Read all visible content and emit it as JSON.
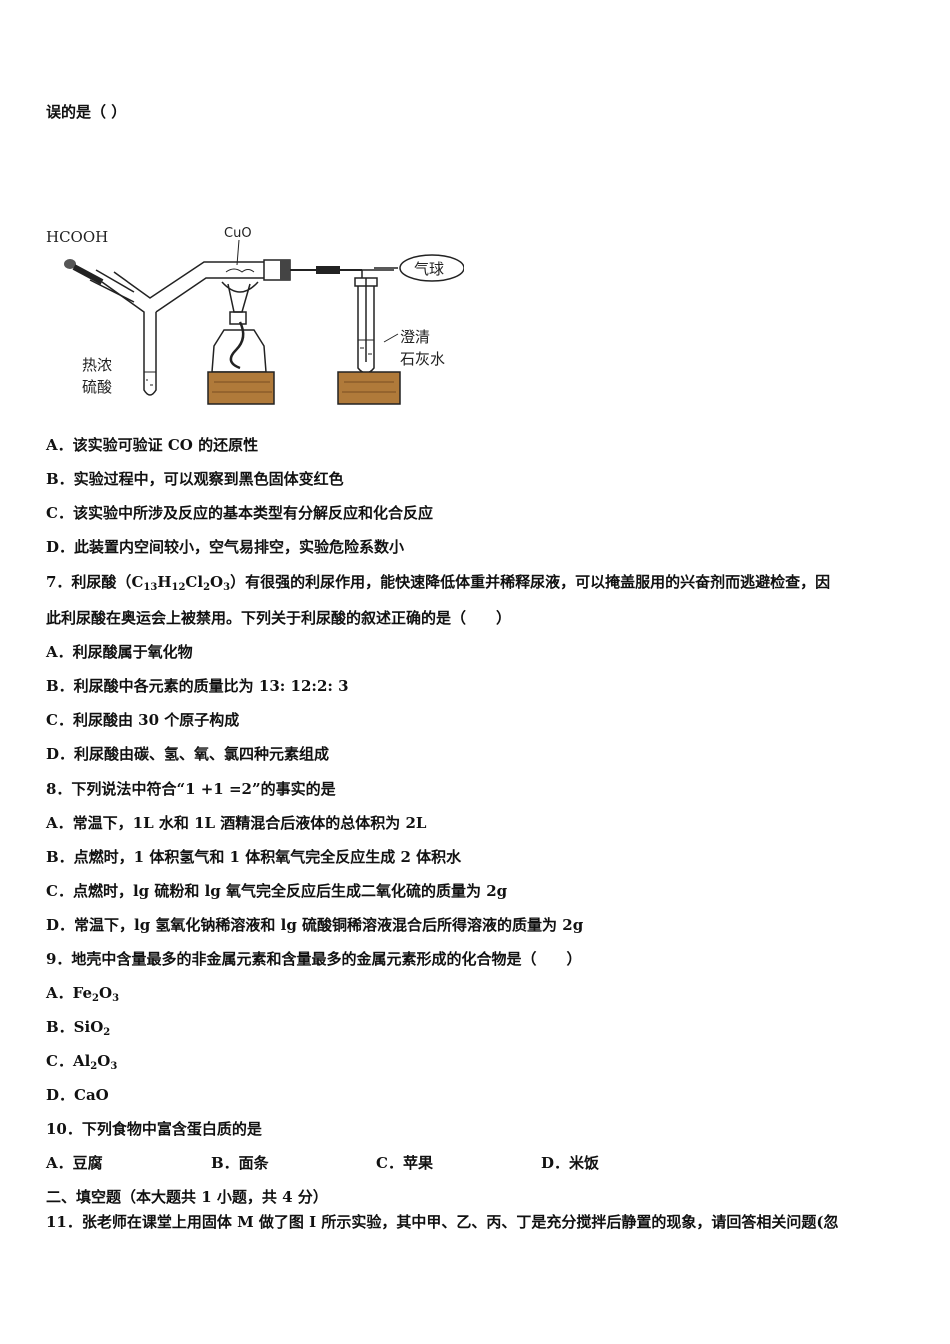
{
  "intro": {
    "text": "误的是（ ）"
  },
  "figure": {
    "labels": {
      "hcooh": "HCOOH",
      "cuo": "CuO",
      "balloon": "气球",
      "acid_line1": "热浓",
      "acid_line2": "硫酸",
      "lime_line1": "澄清",
      "lime_line2": "石灰水"
    }
  },
  "q6_options": [
    "A．该实验可验证 CO 的还原性",
    "B．实验过程中，可以观察到黑色固体变红色",
    "C．该实验中所涉及反应的基本类型有分解反应和化合反应",
    "D．此装置内空间较小，空气易排空，实验危险系数小"
  ],
  "q7": {
    "stem_a": "7．利尿酸（C",
    "sub1": "13",
    "stem_b": "H",
    "sub2": "12",
    "stem_c": "Cl",
    "sub3": "2",
    "stem_d": "O",
    "sub4": "3",
    "stem_e": "）有很强的利尿作用，能快速降低体重并稀释尿液，可以掩盖服用的兴奋剂而逃避检查，因",
    "stem_line2": "此利尿酸在奥运会上被禁用。下列关于利尿酸的叙述正确的是（　　）",
    "options": [
      "A．利尿酸属于氧化物",
      "B．利尿酸中各元素的质量比为 13: 12:2: 3",
      "C．利尿酸由 30 个原子构成",
      "D．利尿酸由碳、氢、氧、氯四种元素组成"
    ]
  },
  "q8": {
    "stem": "8．下列说法中符合“1 +1 =2”的事实的是",
    "options": [
      "A．常温下，1L 水和 1L 酒精混合后液体的总体积为 2L",
      "B．点燃时，1 体积氢气和 1 体积氧气完全反应生成 2 体积水",
      "C．点燃时，lg 硫粉和 lg 氧气完全反应后生成二氧化硫的质量为 2g",
      "D．常温下，lg 氢氧化钠稀溶液和 lg 硫酸铜稀溶液混合后所得溶液的质量为 2g"
    ]
  },
  "q9": {
    "stem": "9．地壳中含量最多的非金属元素和含量最多的金属元素形成的化合物是（　　）",
    "opt_a": {
      "prefix": "A．Fe",
      "s1": "2",
      "mid": "O",
      "s2": "3"
    },
    "opt_b": {
      "prefix": "B．SiO",
      "s1": "2"
    },
    "opt_c": {
      "prefix": "C．Al",
      "s1": "2",
      "mid": "O",
      "s2": "3"
    },
    "opt_d": "D．CaO"
  },
  "q10": {
    "stem": "10．下列食物中富含蛋白质的是",
    "options": [
      "A．豆腐",
      "B．面条",
      "C．苹果",
      "D．米饭"
    ]
  },
  "section2": {
    "title": "二、填空题（本大题共 1 小题，共 4 分）"
  },
  "q11": {
    "stem": "11．张老师在课堂上用固体 M 做了图 I 所示实验，其中甲、乙、丙、丁是充分搅拌后静置的现象，请回答相关问题(忽"
  }
}
